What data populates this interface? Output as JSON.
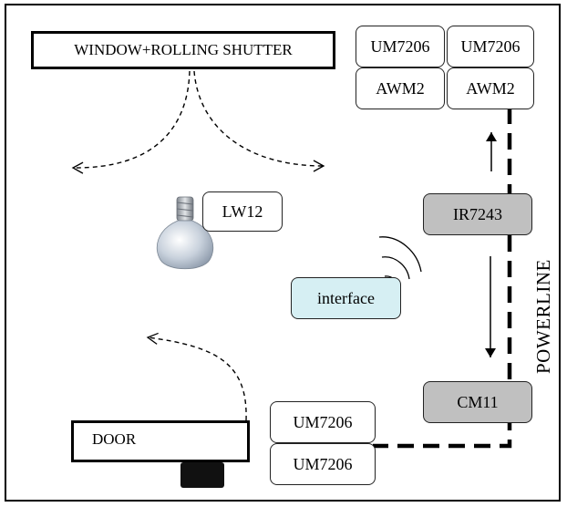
{
  "window_label": "WINDOW+ROLLING SHUTTER",
  "shutter_modules": [
    {
      "top": "UM7206",
      "bottom": "AWM2"
    },
    {
      "top": "UM7206",
      "bottom": "AWM2"
    }
  ],
  "lamp_label": "LW12",
  "ir_label": "IR7243",
  "interface_label": "interface",
  "powerline_label": "POWERLINE",
  "cm_label": "CM11",
  "door_label": "DOOR",
  "door_modules": [
    "UM7206",
    "UM7206"
  ],
  "colors": {
    "device_grey": "#c0c0c0",
    "interface_blue": "#d6eff3"
  }
}
